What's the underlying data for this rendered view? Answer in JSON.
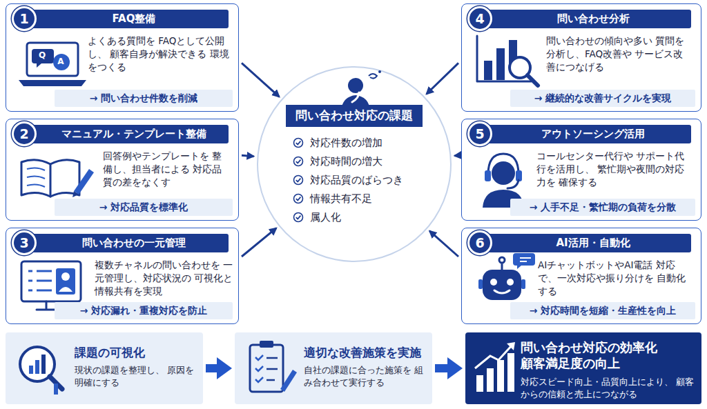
{
  "diagram": {
    "nodes": [
      {
        "text": [
          "1",
          "FAQ整備",
          "よくある質問を FAQとして公開し、 顧客自身が解決できる 環境をつくる",
          "→ 問い合わせ件数を削減"
        ]
      },
      {
        "text": [
          "2",
          "マニュアル・テンプレート整備",
          "回答例やテンプレートを 整備し、担当者による 対応品質の差をなくす",
          "→ 対応品質を標準化"
        ]
      },
      {
        "text": [
          "3",
          "問い合わせの一元管理",
          "複数チャネルの問い合わせを 一元管理し、対応状況の 可視化と情報共有を実現",
          "→ 対応漏れ・重複対応を防止"
        ]
      },
      {
        "text": [
          "問い合わせ対応の課題",
          "対応件数の増加",
          "対応時間の増大",
          "対応品質のばらつき",
          "情報共有不足",
          "属人化"
        ]
      },
      {
        "text": [
          "4",
          "問い合わせ分析",
          "問い合わせの傾向や多い 質問を分析し、FAQ改善や サービス改善につなげる",
          "→ 継続的な改善サイクルを実現"
        ]
      },
      {
        "text": [
          "5",
          "アウトソーシング活用",
          "コールセンター代行や サポート代行を活用し、 繁忙期や夜間の対応力を 確保する",
          "→ 人手不足・繁忙期の負荷を分散"
        ]
      },
      {
        "text": [
          "6",
          "AI活用・自動化",
          "AIチャットボットやAI電話 対応で、一次対応や振り分けを 自動化する",
          "→ 対応時間を短縮・生産性を向上"
        ]
      },
      {
        "text": [
          "課題の可視化",
          "現状の課題を整理し、 原因を明確にする"
        ]
      },
      {
        "text": [
          "適切な改善施策を実施",
          "自社の課題に合った施策を 組み合わせて実行する"
        ]
      },
      {
        "text": [
          "問い合わせ対応の効率化 顧客満足度の向上",
          "対応スピード向上・品質向上により、 顧客からの信頼と売上につながる"
        ]
      }
    ],
    "edges": [
      {
        "from": 0,
        "to": 3,
        "arrow": "to"
      },
      {
        "from": 1,
        "to": 3,
        "arrow": "to"
      },
      {
        "from": 2,
        "to": 3,
        "arrow": "to"
      },
      {
        "from": 4,
        "to": 3,
        "arrow": "to"
      },
      {
        "from": 5,
        "to": 3,
        "arrow": "to"
      },
      {
        "from": 6,
        "to": 3,
        "arrow": "to"
      },
      {
        "from": 7,
        "to": 8,
        "arrow": "to"
      },
      {
        "from": 8,
        "to": 9,
        "arrow": "to"
      }
    ],
    "labels": [
      "Q",
      "A"
    ]
  }
}
